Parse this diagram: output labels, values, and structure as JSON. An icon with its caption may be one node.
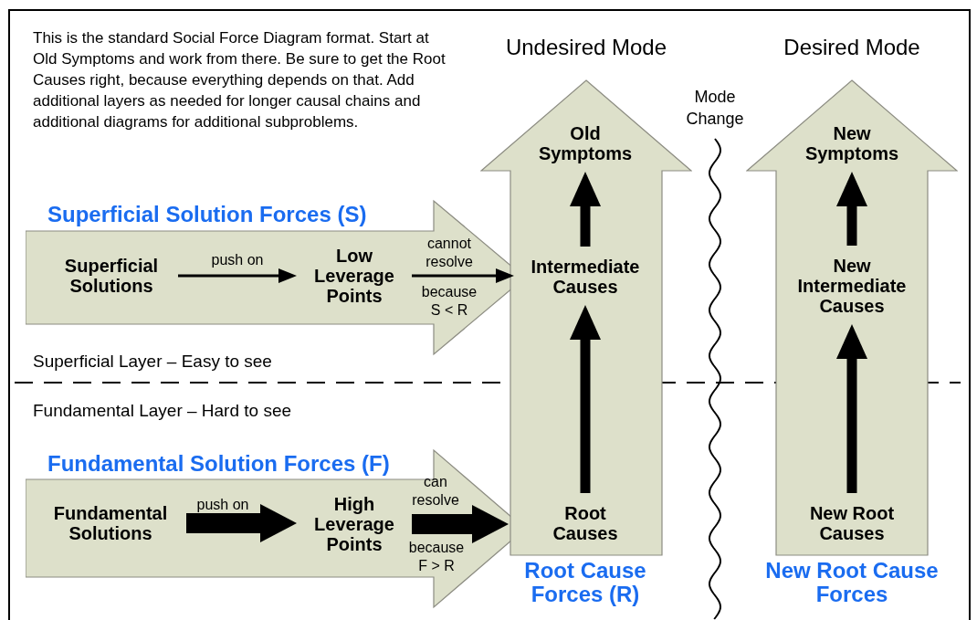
{
  "diagram": {
    "nodes": [
      {
        "text": [
          "Superficial Solution Forces (S)"
        ]
      },
      {
        "text": [
          "Superficial Solutions"
        ],
        "in": 0
      },
      {
        "text": [
          "Low Leverage Points"
        ],
        "in": 0
      },
      {
        "text": [
          "Fundamental Solution Forces (F)"
        ]
      },
      {
        "text": [
          "Fundamental Solutions"
        ],
        "in": 3
      },
      {
        "text": [
          "High Leverage Points"
        ],
        "in": 3
      },
      {
        "text": [
          "Undesired Mode"
        ],
        "beside": [
          "Root Cause Forces (R)"
        ]
      },
      {
        "text": [
          "Old Symptoms"
        ],
        "in": 6
      },
      {
        "text": [
          "Intermediate Causes"
        ],
        "in": 6
      },
      {
        "text": [
          "Root Causes"
        ],
        "in": 6
      },
      {
        "text": [
          "Desired Mode"
        ],
        "beside": [
          "New Root Cause Forces"
        ]
      },
      {
        "text": [
          "New Symptoms"
        ],
        "in": 10
      },
      {
        "text": [
          "New Intermediate Causes"
        ],
        "in": 10
      },
      {
        "text": [
          "New Root Causes"
        ],
        "in": 10
      }
    ],
    "edges": [
      {
        "from": 1,
        "to": 2,
        "arrow": "to",
        "label": "push on"
      },
      {
        "from": 2,
        "to": 8,
        "arrow": "to",
        "label": "cannot resolve"
      },
      {
        "from": 4,
        "to": 5,
        "arrow": "to",
        "label": "push on",
        "style": "thick"
      },
      {
        "from": 5,
        "to": 9,
        "arrow": "to",
        "label": "can resolve",
        "style": "thick"
      },
      {
        "from": 9,
        "to": 8,
        "arrow": "to"
      },
      {
        "from": 8,
        "to": 7,
        "arrow": "to"
      },
      {
        "from": 13,
        "to": 12,
        "arrow": "to"
      },
      {
        "from": 12,
        "to": 11,
        "arrow": "to"
      }
    ],
    "labels": [
      "This is the standard Social Force Diagram format. Start at Old Symptoms and work from there. Be sure to get the Root Causes right, because everything depends on that. Add additional layers as needed for longer causal chains and additional diagrams for additional subproblems.",
      "Mode Change",
      "Superficial Layer – Easy to see",
      "Fundamental Layer – Hard to see",
      "because S < R",
      "because F > R"
    ]
  }
}
